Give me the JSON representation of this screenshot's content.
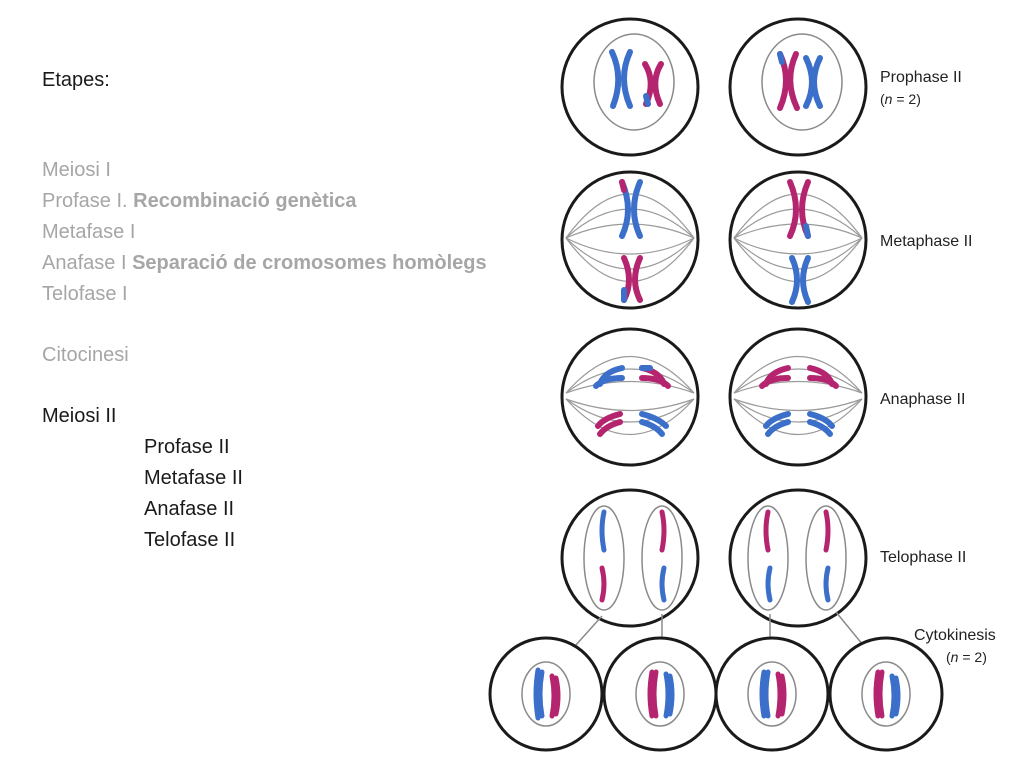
{
  "text": {
    "heading": "Etapes:",
    "meiosi1": {
      "title": "Meiosi I",
      "profase_prefix": "Profase I. ",
      "profase_bold": "Recombinació genètica",
      "metafase": "Metafase I",
      "anafase_prefix": "Anafase I ",
      "anafase_bold": "Separació de cromosomes homòlegs",
      "telofase": "Telofase I"
    },
    "citocinesi": "Citocinesi",
    "meiosi2": {
      "title": "Meiosi II",
      "phases": [
        "Profase II",
        "Metafase II",
        "Anafase II",
        "Telofase II"
      ]
    }
  },
  "diagram": {
    "stages": {
      "prophase": "Prophase II",
      "prophase_n": "(",
      "n_italic": "n",
      "prophase_n_tail": " = 2)",
      "metaphase": "Metaphase II",
      "anaphase": "Anaphase II",
      "telophase": "Telophase II",
      "cytokinesis": "Cytokinesis",
      "cyto_n": "(",
      "cyto_n_italic": "n",
      "cyto_n_tail": " = 2)"
    },
    "colors": {
      "blue": "#3b6fc9",
      "magenta": "#b5256f",
      "outline": "#1a1a1a",
      "spindle": "#9a9a9a",
      "arrow": "#8a8a8a"
    }
  }
}
